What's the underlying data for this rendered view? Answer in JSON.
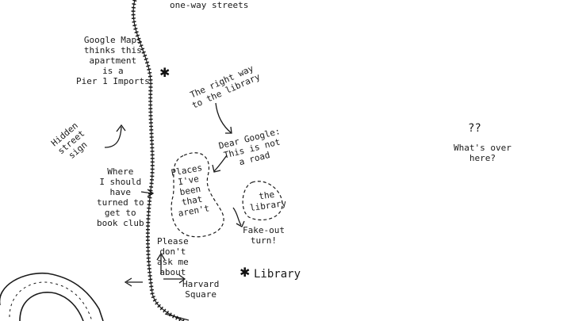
{
  "colors": {
    "ink": "#1a1a1a",
    "paper": "#ffffff"
  },
  "labels": {
    "one_way_streets": "one-way streets",
    "google_maps_note": [
      "Google Maps",
      "thinks this",
      "apartment",
      "is a",
      "Pier 1 Imports"
    ],
    "right_way": [
      "The right way",
      "to the library"
    ],
    "dear_google": [
      "Dear Google:",
      "This is not",
      "a road"
    ],
    "hidden_sign": [
      "Hidden",
      "street",
      "sign"
    ],
    "where_should": [
      "Where",
      "I should",
      "have",
      "turned to",
      "get to",
      "book club"
    ],
    "places_been": [
      "Places",
      "I've",
      "been",
      "that",
      "aren't"
    ],
    "the_library": [
      "the",
      "library"
    ],
    "fake_out": [
      "Fake-out",
      "turn!"
    ],
    "please_dont": [
      "Please",
      "don't",
      "ask me",
      "about"
    ],
    "harvard": [
      "Harvard",
      "Square"
    ],
    "library": "Library",
    "question_marks": "??",
    "whats_over": [
      "What's over",
      "here?"
    ]
  },
  "icons": {
    "star": "asterisk-icon",
    "arrow": "hand-drawn-arrow-icon"
  }
}
